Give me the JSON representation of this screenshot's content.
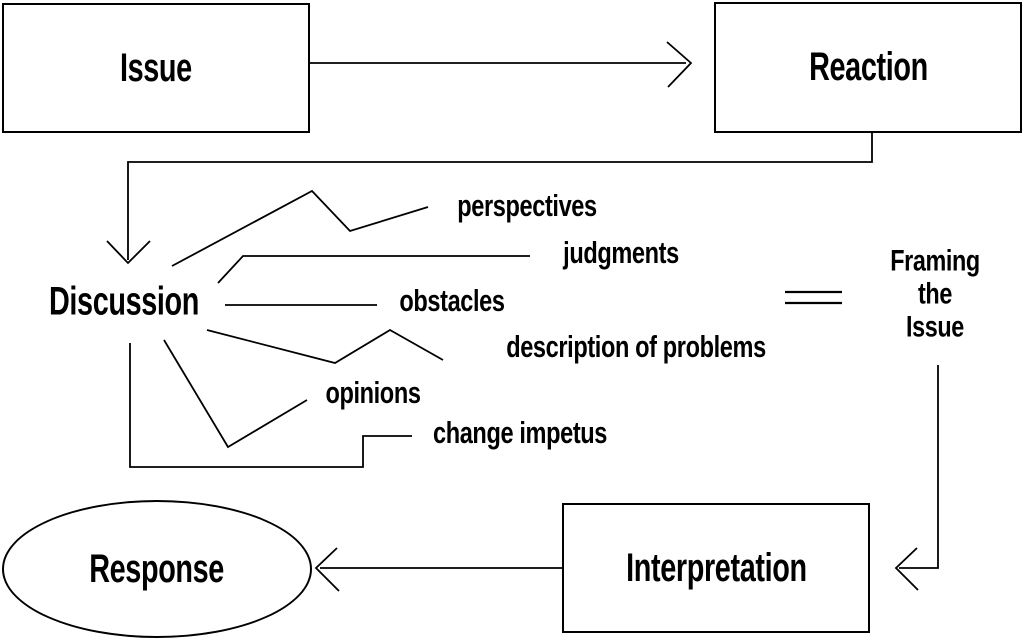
{
  "canvas": {
    "background": "#ffffff",
    "line_color": "#000000",
    "text_color": "#000000"
  },
  "nodes": {
    "issue": "Issue",
    "reaction": "Reaction",
    "discussion": "Discussion",
    "interpretation": "Interpretation",
    "response": "Response"
  },
  "framing": {
    "line1": "Framing",
    "line2": "the",
    "line3": "Issue"
  },
  "branches": {
    "perspectives": "perspectives",
    "judgments": "judgments",
    "obstacles": "obstacles",
    "description_of_problems": "description of problems",
    "opinions": "opinions",
    "change_impetus": "change impetus"
  }
}
